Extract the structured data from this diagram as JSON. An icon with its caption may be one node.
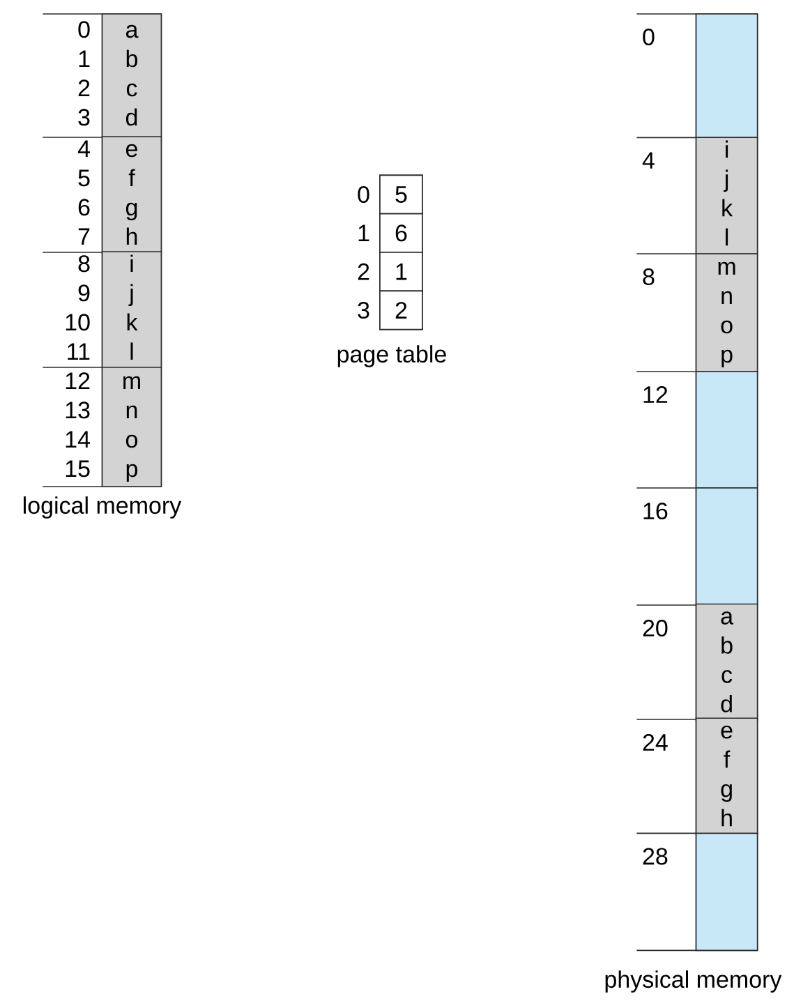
{
  "diagram": {
    "nodes": [
      {
        "text": [],
        "shape": "box",
        "beside": [
          "logical memory"
        ]
      },
      {
        "text": [
          "a",
          "b",
          "c",
          "d"
        ],
        "beside": [
          "0",
          "1",
          "2",
          "3"
        ],
        "in": 0
      },
      {
        "text": [
          "e",
          "f",
          "g",
          "h"
        ],
        "beside": [
          "4",
          "5",
          "6",
          "7"
        ],
        "in": 0
      },
      {
        "text": [
          "i",
          "j",
          "k",
          "l"
        ],
        "beside": [
          "8",
          "9",
          "10",
          "11"
        ],
        "in": 0
      },
      {
        "text": [
          "m",
          "n",
          "o",
          "p"
        ],
        "beside": [
          "12",
          "13",
          "14",
          "15"
        ],
        "in": 0
      },
      {
        "text": [],
        "shape": "box",
        "beside": [
          "page table"
        ]
      },
      {
        "text": [
          "5"
        ],
        "beside": [
          "0"
        ],
        "in": 5
      },
      {
        "text": [
          "6"
        ],
        "beside": [
          "1"
        ],
        "in": 5
      },
      {
        "text": [
          "1"
        ],
        "beside": [
          "2"
        ],
        "in": 5
      },
      {
        "text": [
          "2"
        ],
        "beside": [
          "3"
        ],
        "in": 5
      },
      {
        "text": [],
        "shape": "box",
        "beside": [
          "physical memory"
        ]
      },
      {
        "text": [],
        "shape": "box",
        "beside": [
          "0"
        ],
        "in": 10
      },
      {
        "text": [
          "i",
          "j",
          "k",
          "l"
        ],
        "beside": [
          "4"
        ],
        "in": 10
      },
      {
        "text": [
          "m",
          "n",
          "o",
          "p"
        ],
        "beside": [
          "8"
        ],
        "in": 10
      },
      {
        "text": [],
        "shape": "box",
        "beside": [
          "12"
        ],
        "in": 10
      },
      {
        "text": [],
        "shape": "box",
        "beside": [
          "16"
        ],
        "in": 10
      },
      {
        "text": [
          "a",
          "b",
          "c",
          "d"
        ],
        "beside": [
          "20"
        ],
        "in": 10
      },
      {
        "text": [
          "e",
          "f",
          "g",
          "h"
        ],
        "beside": [
          "24"
        ],
        "in": 10
      },
      {
        "text": [],
        "shape": "box",
        "beside": [
          "28"
        ],
        "in": 10
      }
    ]
  }
}
